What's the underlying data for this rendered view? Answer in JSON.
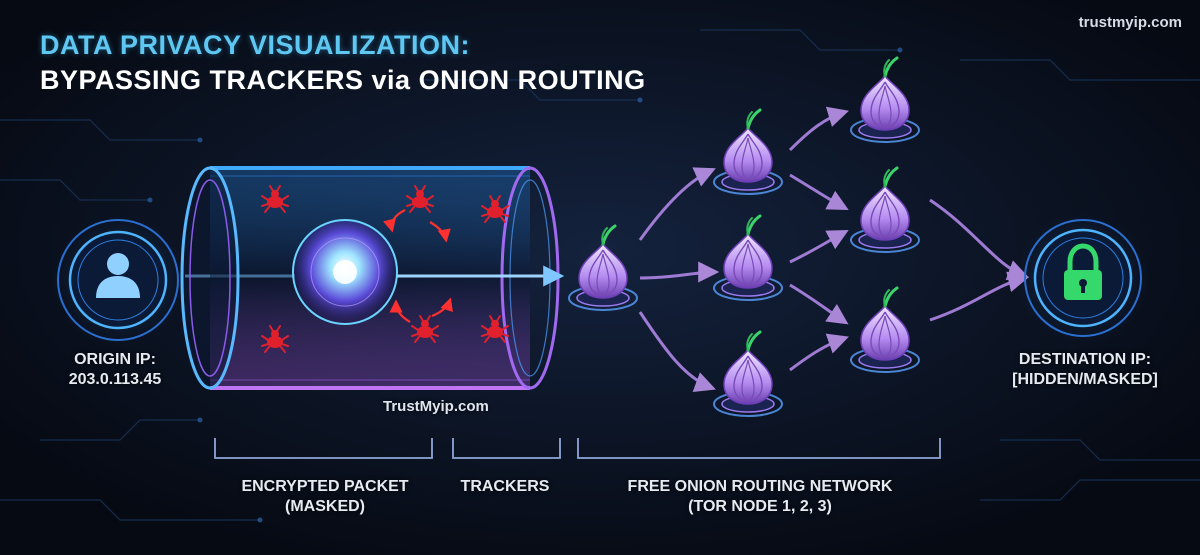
{
  "title": {
    "line1": "DATA PRIVACY VISUALIZATION:",
    "line2": "BYPASSING TRACKERS via ONION ROUTING"
  },
  "brand_top": "trustmyip.com",
  "brand_mid": "TrustMyip.com",
  "origin": {
    "label": "ORIGIN IP:",
    "value": "203.0.113.45",
    "icon": "user-icon"
  },
  "destination": {
    "label": "DESTINATION IP:",
    "value": "[HIDDEN/MASKED]",
    "icon": "padlock-icon"
  },
  "sections": {
    "packet": {
      "line1": "ENCRYPTED PACKET",
      "line2": "(MASKED)"
    },
    "trackers": {
      "line1": "TRACKERS"
    },
    "network": {
      "line1": "FREE ONION ROUTING NETWORK",
      "line2": "(TOR NODE 1, 2, 3)"
    }
  },
  "colors": {
    "accent": "#5ec8f2",
    "tracker": "#e0202c",
    "onion": "#c9a4ff",
    "lock": "#35d86a"
  }
}
